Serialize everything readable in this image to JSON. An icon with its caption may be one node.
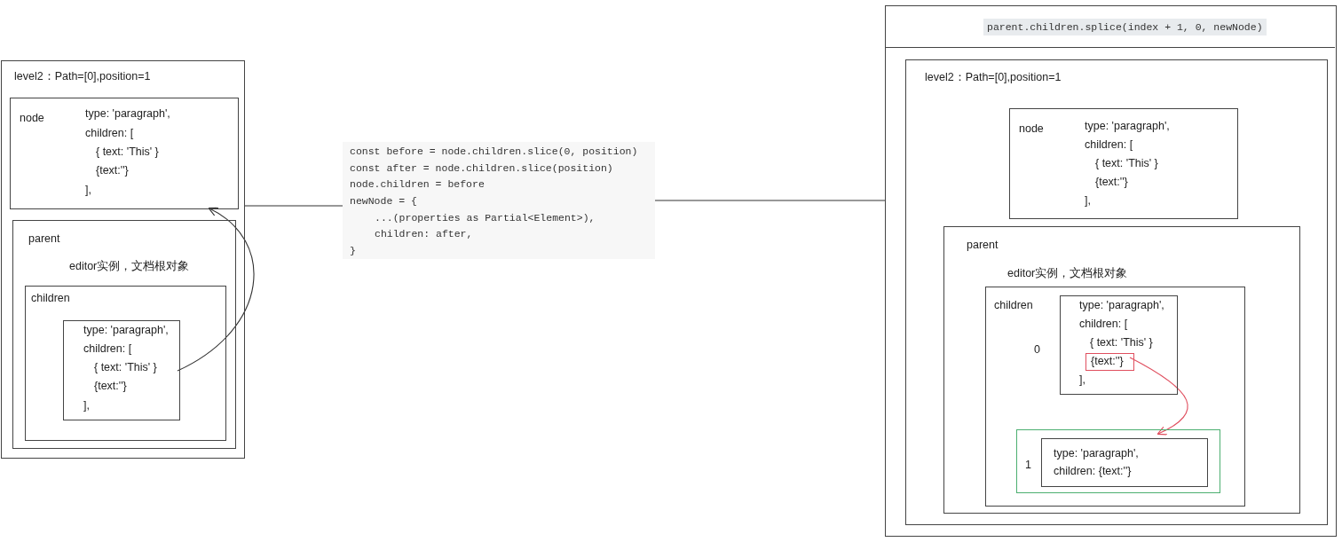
{
  "diagram": {
    "nodes": [
      {
        "text": [
          "level2：Path=[0],position=1"
        ]
      },
      {
        "text": [
          "node",
          "type: 'paragraph',",
          "children: [",
          "{ text: 'This' }",
          "{text:''}",
          "],"
        ],
        "in": 0
      },
      {
        "text": [
          "parent",
          "editor实例，文档根对象"
        ],
        "in": 0
      },
      {
        "text": [
          "children"
        ],
        "in": 2
      },
      {
        "text": [
          "type: 'paragraph',",
          "children: [",
          "{ text: 'This' }",
          "{text:''}",
          "],"
        ],
        "in": 3
      },
      {
        "text": [
          "const before = node.children.slice(0, position)",
          "const after = node.children.slice(position)",
          "node.children = before",
          "newNode = {",
          "...(properties as Partial<Element>),",
          "children: after,",
          "}"
        ]
      },
      {
        "text": [
          "parent.children.splice(index + 1, 0, newNode)"
        ]
      },
      {
        "text": [
          "level2：Path=[0],position=1"
        ],
        "in": 6
      },
      {
        "text": [
          "node",
          "type: 'paragraph',",
          "children: [",
          "{ text: 'This' }",
          "{text:''}",
          "],"
        ],
        "in": 7
      },
      {
        "text": [
          "parent",
          "editor实例，文档根对象"
        ],
        "in": 7
      },
      {
        "text": [
          "children"
        ],
        "in": 9
      },
      {
        "text": [
          "type: 'paragraph',",
          "children: [",
          "{ text: 'This' }",
          "],"
        ],
        "in": 10,
        "beside": [
          "0"
        ]
      },
      {
        "text": [
          "{text:''}"
        ],
        "in": 11
      },
      {
        "text": [
          "1"
        ],
        "in": 10
      },
      {
        "text": [
          "type: 'paragraph',",
          "children: {text:''}"
        ],
        "in": 13
      }
    ],
    "edges": [
      {
        "from": 0,
        "to": 5,
        "arrow": "none"
      },
      {
        "from": 5,
        "to": 6,
        "arrow": "none"
      },
      {
        "from": 4,
        "to": 1,
        "arrow": "to"
      },
      {
        "from": 12,
        "to": 14,
        "arrow": "to",
        "color": "#e04f5f"
      }
    ]
  }
}
